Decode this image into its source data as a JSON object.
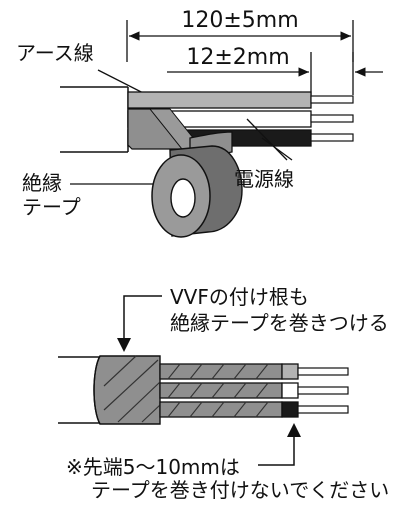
{
  "top_diagram": {
    "overall_length": "120±5mm",
    "strip_length": "12±2mm",
    "label_ground": "アース線",
    "label_power": "電源線",
    "label_tape_line1": "絶縁",
    "label_tape_line2": "テープ"
  },
  "bottom_diagram": {
    "note_root_line1": "VVFの付け根も",
    "note_root_line2": "絶縁テープを巻きつける",
    "note_tip_line1": "※先端5〜10mmは",
    "note_tip_line2": "テープを巻き付けないでください"
  },
  "colors": {
    "ink": "#111111",
    "wire_ground": "#b3b3b3",
    "wire_white": "#ffffff",
    "wire_black": "#1a1a1a",
    "tape": "#8f8f8f",
    "tape_dark": "#6e6e6e"
  }
}
